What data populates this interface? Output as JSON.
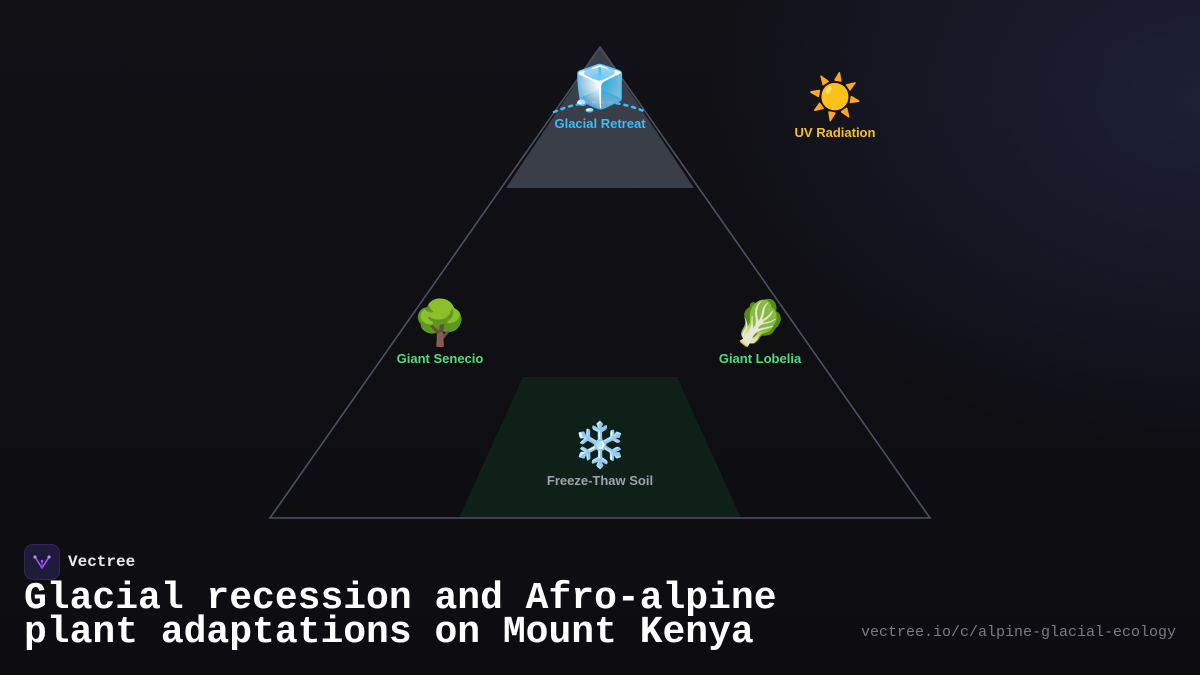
{
  "colors": {
    "background": "#0e0e12",
    "triangle_stroke": "#4a5160",
    "summit_fill": "#3a3e48",
    "soil_fill": "#0f2019",
    "ice_blue": "#38bdf8",
    "uv_yellow": "#fbbf24",
    "plant_green": "#4ade80",
    "soil_gray": "#9ca3af"
  },
  "nodes": {
    "glacial_retreat": {
      "icon": "ice-cube-icon",
      "emoji": "🧊",
      "label": "Glacial Retreat"
    },
    "uv_radiation": {
      "icon": "sun-icon",
      "emoji": "☀️",
      "label": "UV Radiation"
    },
    "giant_senecio": {
      "icon": "tree-icon",
      "emoji": "🌳",
      "label": "Giant Senecio"
    },
    "giant_lobelia": {
      "icon": "leafy-green-icon",
      "emoji": "🥬",
      "label": "Giant Lobelia"
    },
    "freeze_thaw_soil": {
      "icon": "snowflake-icon",
      "emoji": "❄️",
      "label": "Freeze-Thaw Soil"
    }
  },
  "brand": {
    "name": "Vectree",
    "logo_icon": "vectree-logo-icon"
  },
  "title": "Glacial recession and Afro-alpine plant adaptations on Mount Kenya",
  "url": "vectree.io/c/alpine-glacial-ecology"
}
